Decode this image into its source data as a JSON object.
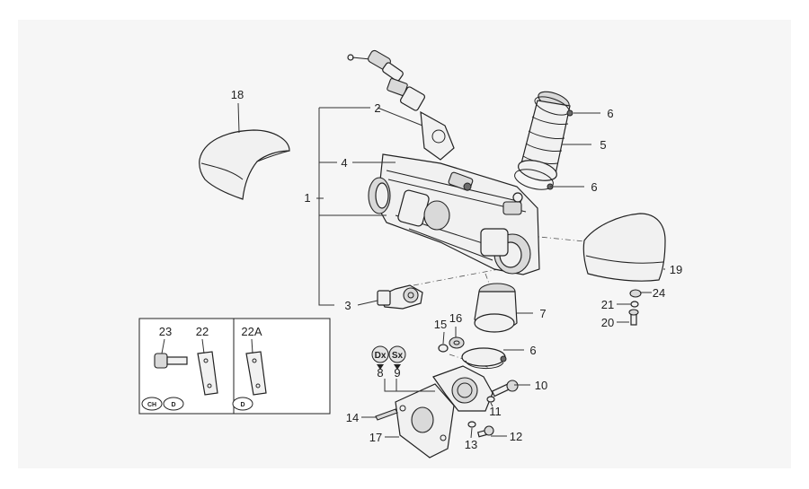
{
  "callouts": {
    "n1": "1",
    "n2": "2",
    "n3": "3",
    "n4": "4",
    "n5": "5",
    "n6a": "6",
    "n6b": "6",
    "n6c": "6",
    "n7": "7",
    "n8": "8",
    "n9": "9",
    "n10": "10",
    "n11": "11",
    "n12": "12",
    "n13": "13",
    "n14": "14",
    "n15": "15",
    "n16": "16",
    "n17": "17",
    "n18": "18",
    "n19": "19",
    "n20": "20",
    "n21": "21",
    "n22": "22",
    "n22a": "22A",
    "n23": "23",
    "n24": "24"
  },
  "badges": {
    "dx": "Dx",
    "sx": "Sx"
  },
  "variant_tags": {
    "ch": "CH",
    "d1": "D",
    "d2": "D"
  }
}
